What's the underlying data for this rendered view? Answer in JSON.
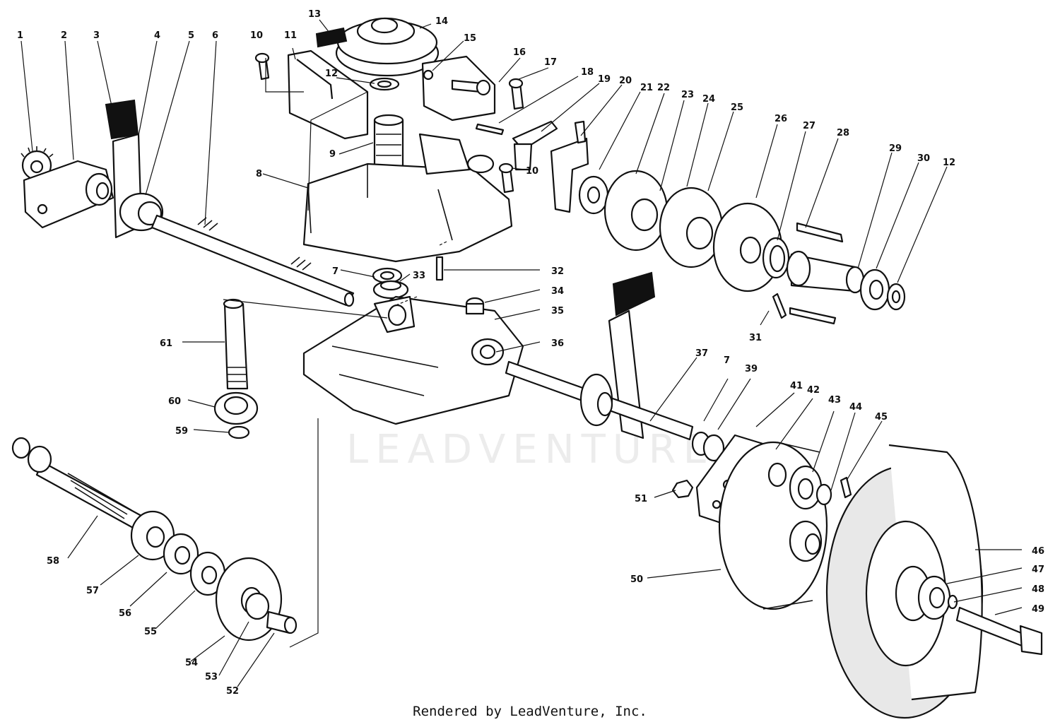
{
  "watermark": "LEADVENTURE",
  "footer": "Rendered by LeadVenture, Inc.",
  "callouts": [
    "1",
    "2",
    "3",
    "4",
    "5",
    "6",
    "10",
    "11",
    "13",
    "14",
    "15",
    "16",
    "17",
    "18",
    "19",
    "20",
    "21",
    "22",
    "23",
    "24",
    "25",
    "26",
    "27",
    "28",
    "29",
    "30",
    "12",
    "12",
    "9",
    "10",
    "8",
    "7",
    "33",
    "32",
    "34",
    "35",
    "36",
    "61",
    "60",
    "59",
    "37",
    "7",
    "39",
    "41",
    "42",
    "43",
    "44",
    "45",
    "51",
    "46",
    "47",
    "48",
    "49",
    "50",
    "58",
    "57",
    "56",
    "55",
    "54",
    "53",
    "52",
    "31"
  ]
}
